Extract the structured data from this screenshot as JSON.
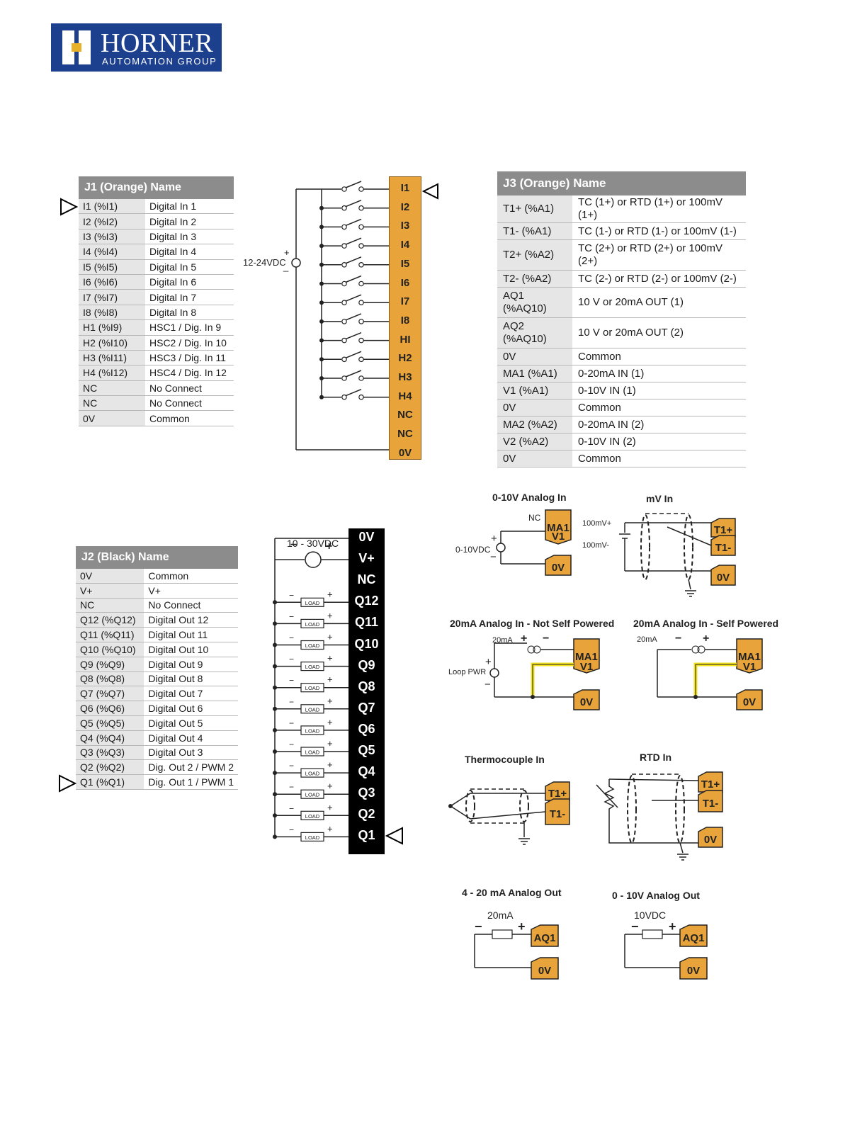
{
  "logo": {
    "brand": "HORNER",
    "sub": "AUTOMATION GROUP"
  },
  "j1": {
    "header": "J1 (Orange) Name",
    "rows": [
      [
        "I1 (%I1)",
        "Digital In 1"
      ],
      [
        "I2 (%I2)",
        "Digital In 2"
      ],
      [
        "I3 (%I3)",
        "Digital In 3"
      ],
      [
        "I4 (%I4)",
        "Digital In 4"
      ],
      [
        "I5 (%I5)",
        "Digital In 5"
      ],
      [
        "I6 (%I6)",
        "Digital In 6"
      ],
      [
        "I7 (%I7)",
        "Digital In 7"
      ],
      [
        "I8 (%I8)",
        "Digital In 8"
      ],
      [
        "H1 (%I9)",
        "HSC1 / Dig. In 9"
      ],
      [
        "H2 (%I10)",
        "HSC2 / Dig. In 10"
      ],
      [
        "H3 (%I11)",
        "HSC3 / Dig. In 11"
      ],
      [
        "H4 (%I12)",
        "HSC4 / Dig. In 12"
      ],
      [
        "NC",
        "No Connect"
      ],
      [
        "NC",
        "No Connect"
      ],
      [
        "0V",
        "Common"
      ]
    ]
  },
  "j1_strip": {
    "pins": [
      "I1",
      "I2",
      "I3",
      "I4",
      "I5",
      "I6",
      "I7",
      "I8",
      "HI",
      "H2",
      "H3",
      "H4",
      "NC",
      "NC",
      "0V"
    ],
    "supply": "12-24VDC",
    "plus": "+",
    "minus": "_"
  },
  "j3": {
    "header": "J3 (Orange) Name",
    "rows": [
      [
        "T1+ (%A1)",
        "TC (1+) or RTD (1+) or 100mV (1+)"
      ],
      [
        "T1- (%A1)",
        "TC (1-) or RTD (1-) or 100mV (1-)"
      ],
      [
        "T2+ (%A2)",
        "TC (2+) or RTD (2+) or 100mV (2+)"
      ],
      [
        "T2- (%A2)",
        "TC (2-) or RTD (2-) or 100mV (2-)"
      ],
      [
        "AQ1 (%AQ10)",
        "10 V or 20mA OUT (1)"
      ],
      [
        "AQ2 (%AQ10)",
        "10 V or 20mA OUT (2)"
      ],
      [
        "0V",
        "Common"
      ],
      [
        "MA1 (%A1)",
        "0-20mA IN (1)"
      ],
      [
        "V1 (%A1)",
        "0-10V IN (1)"
      ],
      [
        "0V",
        "Common"
      ],
      [
        "MA2 (%A2)",
        "0-20mA IN (2)"
      ],
      [
        "V2 (%A2)",
        "0-10V IN (2)"
      ],
      [
        "0V",
        "Common"
      ]
    ]
  },
  "j2": {
    "header": "J2 (Black) Name",
    "rows": [
      [
        "0V",
        "Common"
      ],
      [
        "V+",
        "V+"
      ],
      [
        "NC",
        "No Connect"
      ],
      [
        "Q12 (%Q12)",
        "Digital Out 12"
      ],
      [
        "Q11 (%Q11)",
        "Digital Out 11"
      ],
      [
        "Q10 (%Q10)",
        "Digital Out 10"
      ],
      [
        "Q9 (%Q9)",
        "Digital Out 9"
      ],
      [
        "Q8 (%Q8)",
        "Digital Out 8"
      ],
      [
        "Q7 (%Q7)",
        "Digital Out 7"
      ],
      [
        "Q6 (%Q6)",
        "Digital Out 6"
      ],
      [
        "Q5 (%Q5)",
        "Digital Out 5"
      ],
      [
        "Q4 (%Q4)",
        "Digital Out 4"
      ],
      [
        "Q3 (%Q3)",
        "Digital Out 3"
      ],
      [
        "Q2 (%Q2)",
        "Dig. Out 2 / PWM 2"
      ],
      [
        "Q1 (%Q1)",
        "Dig. Out 1 / PWM 1"
      ]
    ]
  },
  "j2_strip": {
    "pins": [
      "0V",
      "V+",
      "NC",
      "Q12",
      "Q11",
      "Q10",
      "Q9",
      "Q8",
      "Q7",
      "Q6",
      "Q5",
      "Q4",
      "Q3",
      "Q2",
      "Q1"
    ],
    "supply": "10 - 30VDC",
    "load": "LOAD",
    "plus": "+",
    "minus": "−"
  },
  "wiring": {
    "v_in": {
      "title": "0-10V Analog In",
      "nc": "NC",
      "ma": "MA1",
      "v": "V1",
      "ov": "0V",
      "src": "0-10VDC",
      "plus": "+",
      "minus": "−"
    },
    "mv_in": {
      "title": "mV In",
      "pos": "100mV+",
      "neg": "100mV-",
      "tp": "T1+",
      "tn": "T1-",
      "ov": "0V"
    },
    "ma_nsp": {
      "title": "20mA Analog In - Not Self Powered",
      "ma_lbl": "20mA",
      "loop": "Loop PWR",
      "ma": "MA1",
      "v": "V1",
      "ov": "0V",
      "plus": "+",
      "minus": "−"
    },
    "ma_sp": {
      "title": "20mA Analog In - Self Powered",
      "ma_lbl": "20mA",
      "ma": "MA1",
      "v": "V1",
      "ov": "0V",
      "plus": "+",
      "minus": "−"
    },
    "tc_in": {
      "title": "Thermocouple In",
      "tp": "T1+",
      "tn": "T1-"
    },
    "rtd_in": {
      "title": "RTD In",
      "tp": "T1+",
      "tn": "T1-",
      "ov": "0V"
    },
    "ma_out": {
      "title": "4 - 20 mA Analog Out",
      "lbl": "20mA",
      "aq": "AQ1",
      "ov": "0V",
      "plus": "+",
      "minus": "−"
    },
    "v_out": {
      "title": "0 - 10V  Analog Out",
      "lbl": "10VDC",
      "aq": "AQ1",
      "ov": "0V",
      "plus": "+",
      "minus": "−"
    }
  },
  "colors": {
    "orange": "#e8a43a",
    "black": "#000000",
    "header_gray": "#8c8c8c",
    "logo_blue": "#1c3f8e",
    "highlight": "#f2e21e"
  }
}
